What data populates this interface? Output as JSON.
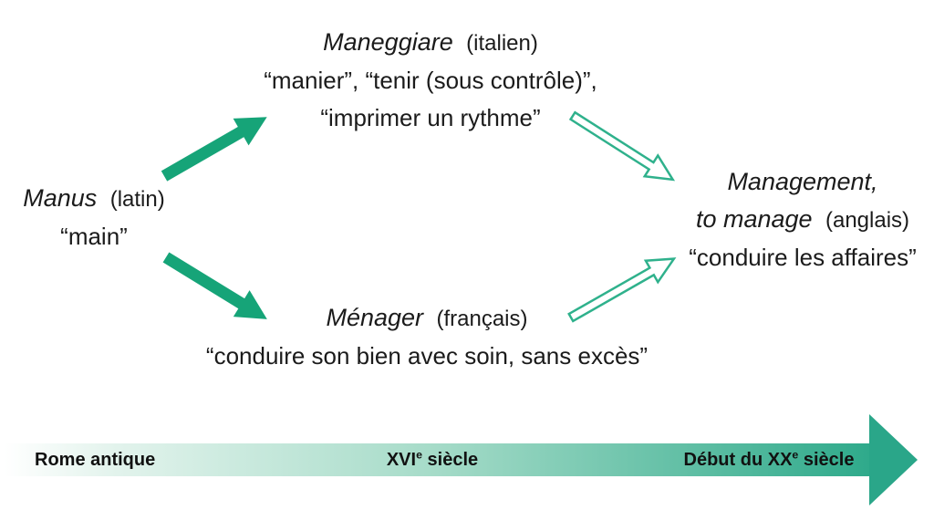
{
  "colors": {
    "solid_arrow": "#16a478",
    "hollow_arrow_stroke": "#2fb18c",
    "timeline_end": "#2faa8b",
    "arrowhead": "#2aa689",
    "text": "#1b1b1b"
  },
  "nodes": {
    "manus": {
      "term": "Manus",
      "lang": "(latin)",
      "def1": "“main”"
    },
    "maneggiare": {
      "term": "Maneggiare",
      "lang": "(italien)",
      "def1": "“manier”, “tenir (sous contrôle)”,",
      "def2": "“imprimer un rythme”"
    },
    "menager": {
      "term": "Ménager",
      "lang": "(français)",
      "def1": "“conduire son bien avec soin, sans excès”"
    },
    "management": {
      "term1": "Management,",
      "term2": "to manage",
      "lang": "(anglais)",
      "def1": "“conduire les affaires”"
    }
  },
  "timeline": {
    "era_left": {
      "text": "Rome antique"
    },
    "era_mid": {
      "pre": "XVI",
      "sup": "e",
      "post": " siècle"
    },
    "era_right": {
      "pre": "Début du XX",
      "sup": "e",
      "post": " siècle"
    }
  }
}
